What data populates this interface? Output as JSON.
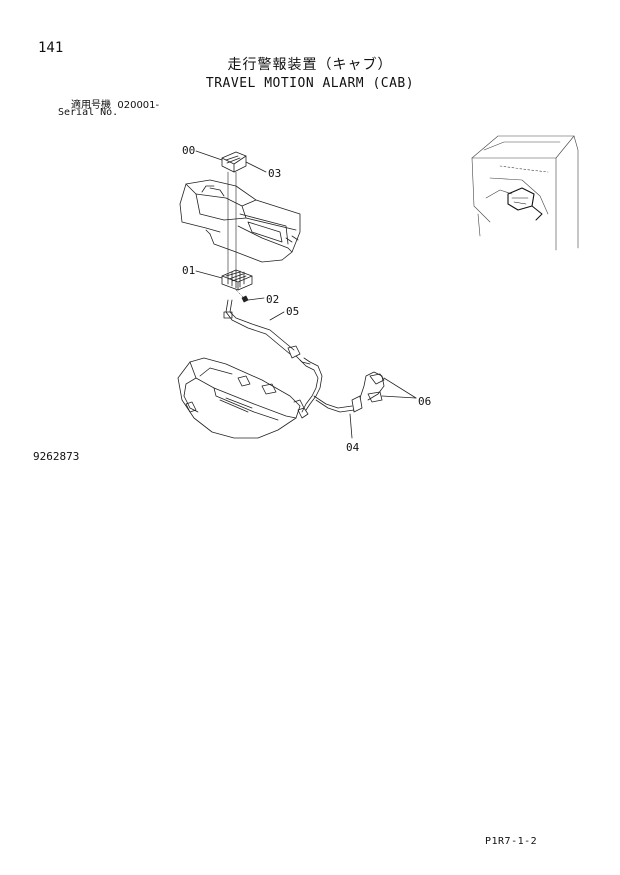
{
  "header": {
    "page_number": "141",
    "title_jp": "走行警報装置（キャブ）",
    "title_en": "TRAVEL MOTION ALARM (CAB)",
    "serial_label_jp": "適用号機",
    "serial_value": "020001-",
    "serial_label_en": "Serial No."
  },
  "callouts": [
    "00",
    "03",
    "01",
    "02",
    "05",
    "06",
    "04"
  ],
  "footer": {
    "drawing_number": "9262873",
    "page_code": "P1R7-1-2"
  }
}
